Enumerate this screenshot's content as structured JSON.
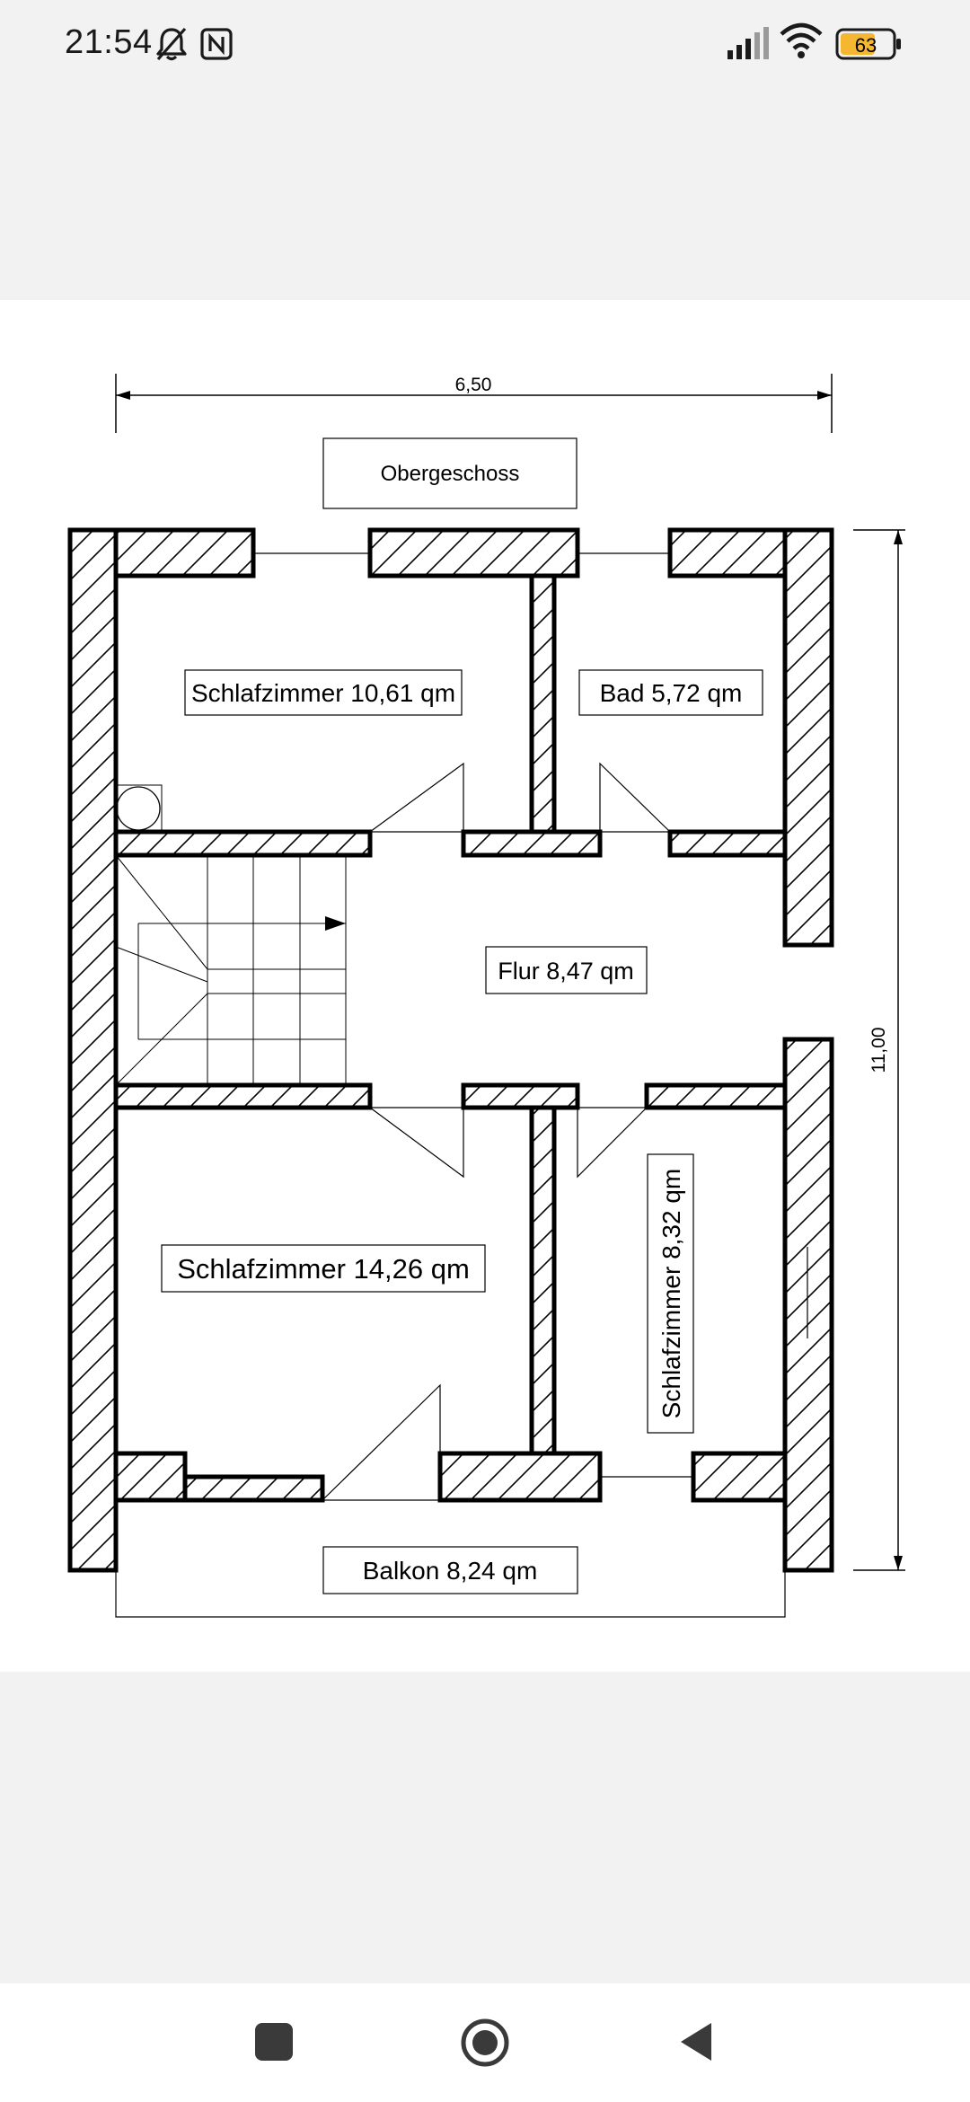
{
  "status_bar": {
    "time": "21:54",
    "icons": [
      "bell-muted-icon",
      "nfc-icon",
      "signal-icon",
      "wifi-icon",
      "battery-icon"
    ],
    "battery_level": "63",
    "battery_color": "#f5b731"
  },
  "floorplan": {
    "title": "Obergeschoss",
    "width_dimension": "6,50",
    "height_dimension": "11,00",
    "rooms": {
      "schlafzimmer_1": "Schlafzimmer 10,61 qm",
      "bad": "Bad 5,72 qm",
      "flur": "Flur 8,47 qm",
      "schlafzimmer_2": "Schlafzimmer 14,26 qm",
      "schlafzimmer_3": "Schlafzimmer 8,32 qm",
      "balkon": "Balkon 8,24 qm"
    }
  },
  "nav_bar": {
    "buttons": [
      "recents-button",
      "home-button",
      "back-button"
    ]
  }
}
